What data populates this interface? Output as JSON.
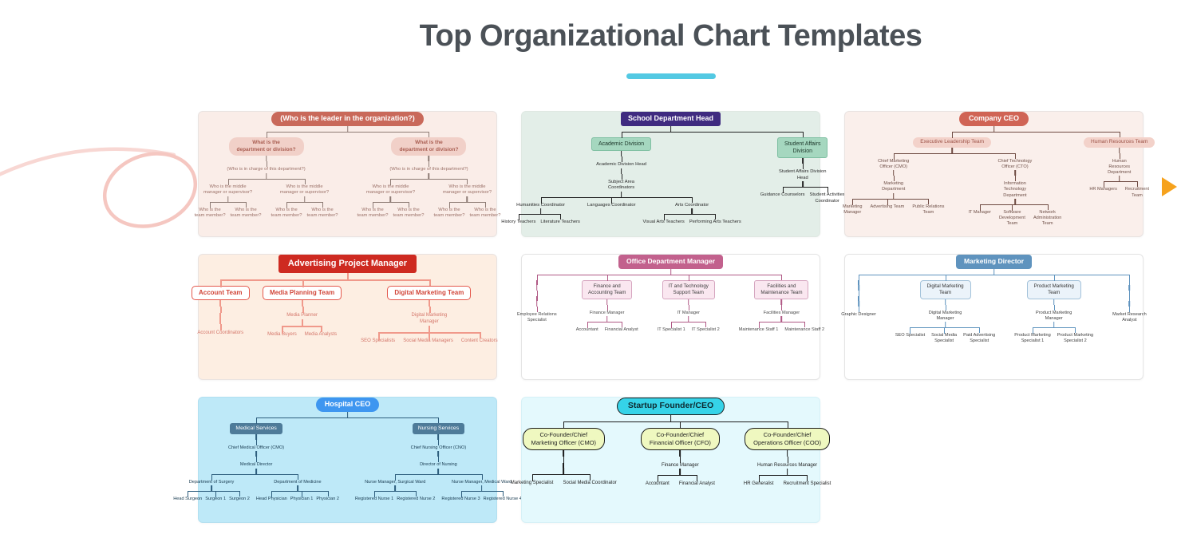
{
  "header": {
    "title": "Top Organizational Chart Templates"
  },
  "accent_colors": {
    "title_text": "#4b5157",
    "title_underline": "#53c9e3",
    "carousel_arrow": "#f6a21d",
    "decorative_swirl": "#f5c7c1"
  },
  "icons": {
    "carousel_next": "right-triangle-icon"
  },
  "templates": [
    {
      "id": "leader-questions",
      "tree": {
        "t": "root",
        "label": "(Who is the leader in the organization?)",
        "children": [
          {
            "t": "pill",
            "label": "What is the\ndepartment or division?",
            "children": [
              {
                "t": "text",
                "label": "(Who is in charge of this department?)",
                "children": [
                  {
                    "t": "text",
                    "label": "Who is the middle\nmanager or supervisor?",
                    "children": [
                      {
                        "t": "text",
                        "label": "Who is the\nteam member?"
                      },
                      {
                        "t": "text",
                        "label": "Who is the\nteam member?"
                      }
                    ]
                  },
                  {
                    "t": "text",
                    "label": "Who is the middle\nmanager or supervisor?",
                    "children": [
                      {
                        "t": "text",
                        "label": "Who is the\nteam member?"
                      },
                      {
                        "t": "text",
                        "label": "Who is the\nteam member?"
                      }
                    ]
                  }
                ]
              }
            ]
          },
          {
            "t": "pill",
            "label": "What is the\ndepartment or division?",
            "children": [
              {
                "t": "text",
                "label": "(Who is in charge of this department?)",
                "children": [
                  {
                    "t": "text",
                    "label": "Who is the middle\nmanager or supervisor?",
                    "children": [
                      {
                        "t": "text",
                        "label": "Who is the\nteam member?"
                      },
                      {
                        "t": "text",
                        "label": "Who is the\nteam member?"
                      }
                    ]
                  },
                  {
                    "t": "text",
                    "label": "Who is the middle\nmanager or supervisor?",
                    "children": [
                      {
                        "t": "text",
                        "label": "Who is the\nteam member?"
                      },
                      {
                        "t": "text",
                        "label": "Who is the\nteam member?"
                      }
                    ]
                  }
                ]
              }
            ]
          }
        ]
      }
    },
    {
      "id": "school-department-head",
      "tree": {
        "t": "root",
        "label": "School Department Head",
        "children": [
          {
            "t": "box",
            "label": "Academic Division",
            "children": [
              {
                "t": "text",
                "label": "Academic Division Head",
                "children": [
                  {
                    "t": "text",
                    "label": "Subject Area\nCoordinators",
                    "children": [
                      {
                        "t": "text",
                        "label": "Humanities Coordinator",
                        "children": [
                          {
                            "t": "text",
                            "label": "History Teachers"
                          },
                          {
                            "t": "text",
                            "label": "Literature Teachers"
                          }
                        ]
                      },
                      {
                        "t": "text",
                        "label": "Languages Coordinator"
                      },
                      {
                        "t": "text",
                        "label": "Arts Coordinator",
                        "children": [
                          {
                            "t": "text",
                            "label": "Visual Arts Teachers"
                          },
                          {
                            "t": "text",
                            "label": "Performing Arts Teachers"
                          }
                        ]
                      }
                    ]
                  }
                ]
              }
            ]
          },
          {
            "t": "box",
            "label": "Student Affairs\nDivision",
            "children": [
              {
                "t": "text",
                "label": "Student Affairs Division\nHead",
                "children": [
                  {
                    "t": "text",
                    "label": "Guidance Counselors"
                  },
                  {
                    "t": "text",
                    "label": "Student Activities\nCoordinator"
                  }
                ]
              }
            ]
          }
        ]
      }
    },
    {
      "id": "company-ceo",
      "tree": {
        "t": "root",
        "label": "Company CEO",
        "children": [
          {
            "t": "pill",
            "label": "Executive Leadership Team",
            "children": [
              {
                "t": "text",
                "label": "Chief Marketing\nOfficer (CMO)",
                "children": [
                  {
                    "t": "text",
                    "label": "Marketing\nDepartment",
                    "children": [
                      {
                        "t": "text",
                        "label": "Marketing\nManager"
                      },
                      {
                        "t": "text",
                        "label": "Advertising Team"
                      },
                      {
                        "t": "text",
                        "label": "Public Relations\nTeam"
                      }
                    ]
                  }
                ]
              },
              {
                "t": "text",
                "label": "Chief Technology\nOfficer (CTO)",
                "children": [
                  {
                    "t": "text",
                    "label": "Information\nTechnology\nDepartment",
                    "children": [
                      {
                        "t": "text",
                        "label": "IT Manager"
                      },
                      {
                        "t": "text",
                        "label": "Software\nDevelopment\nTeam"
                      },
                      {
                        "t": "text",
                        "label": "Network\nAdministration\nTeam"
                      }
                    ]
                  }
                ]
              }
            ]
          },
          {
            "t": "pill",
            "label": "Human Resources Team",
            "children": [
              {
                "t": "text",
                "label": "Human\nResources\nDepartment",
                "children": [
                  {
                    "t": "text",
                    "label": "HR Managers"
                  },
                  {
                    "t": "text",
                    "label": "Recruitment\nTeam"
                  }
                ]
              }
            ]
          }
        ]
      }
    },
    {
      "id": "advertising-project-manager",
      "tree": {
        "t": "root",
        "label": "Advertising Project Manager",
        "children": [
          {
            "t": "box",
            "label": "Account Team",
            "children": [
              {
                "t": "sp",
                "label": "",
                "children": [
                  {
                    "t": "text",
                    "label": "Account Coordinators"
                  }
                ]
              }
            ]
          },
          {
            "t": "box",
            "label": "Media Planning Team",
            "children": [
              {
                "t": "text",
                "label": "Media Planner",
                "children": [
                  {
                    "t": "text",
                    "label": "Media Buyers"
                  },
                  {
                    "t": "text",
                    "label": "Media Analysts"
                  }
                ]
              }
            ]
          },
          {
            "t": "box",
            "label": "Digital Marketing Team",
            "children": [
              {
                "t": "text",
                "label": "Digital Marketing\nManager",
                "children": [
                  {
                    "t": "text",
                    "label": "SEO Specialists"
                  },
                  {
                    "t": "text",
                    "label": "Social Media Managers"
                  },
                  {
                    "t": "text",
                    "label": "Content Creators"
                  }
                ]
              }
            ]
          }
        ]
      }
    },
    {
      "id": "office-department-manager",
      "tree": {
        "t": "root",
        "label": "Office Department Manager",
        "children": [
          {
            "t": "sp",
            "label": "",
            "children": [
              {
                "t": "sp",
                "label": "",
                "children": [
                  {
                    "t": "text",
                    "label": "Employee Relations\nSpecialist"
                  }
                ]
              }
            ]
          },
          {
            "t": "box",
            "label": "Finance and\nAccounting Team",
            "children": [
              {
                "t": "text",
                "label": "Finance Manager",
                "children": [
                  {
                    "t": "text",
                    "label": "Accountant"
                  },
                  {
                    "t": "text",
                    "label": "Financial Analyst"
                  }
                ]
              }
            ]
          },
          {
            "t": "box",
            "label": "IT and Technology\nSupport Team",
            "children": [
              {
                "t": "text",
                "label": "IT Manager",
                "children": [
                  {
                    "t": "text",
                    "label": "IT Specialist 1"
                  },
                  {
                    "t": "text",
                    "label": "IT Specialist 2"
                  }
                ]
              }
            ]
          },
          {
            "t": "box",
            "label": "Facilities and\nMaintenance Team",
            "children": [
              {
                "t": "text",
                "label": "Facilities Manager",
                "children": [
                  {
                    "t": "text",
                    "label": "Maintenance Staff 1"
                  },
                  {
                    "t": "text",
                    "label": "Maintenance Staff 2"
                  }
                ]
              }
            ]
          }
        ]
      }
    },
    {
      "id": "marketing-director",
      "tree": {
        "t": "root",
        "label": "Marketing Director",
        "children": [
          {
            "t": "sp",
            "label": "",
            "children": [
              {
                "t": "sp",
                "label": "",
                "children": [
                  {
                    "t": "text",
                    "label": "Graphic Designer"
                  }
                ]
              }
            ]
          },
          {
            "t": "box",
            "label": "Digital Marketing\nTeam",
            "children": [
              {
                "t": "text",
                "label": "Digital Marketing\nManager",
                "children": [
                  {
                    "t": "text",
                    "label": "SEO Specialist"
                  },
                  {
                    "t": "text",
                    "label": "Social Media\nSpecialist"
                  },
                  {
                    "t": "text",
                    "label": "Paid Advertising\nSpecialist"
                  }
                ]
              }
            ]
          },
          {
            "t": "box",
            "label": "Product Marketing\nTeam",
            "children": [
              {
                "t": "text",
                "label": "Product Marketing\nManager",
                "children": [
                  {
                    "t": "text",
                    "label": "Product Marketing\nSpecialist 1"
                  },
                  {
                    "t": "text",
                    "label": "Product Marketing\nSpecialist 2"
                  }
                ]
              }
            ]
          },
          {
            "t": "sp",
            "label": "",
            "children": [
              {
                "t": "sp",
                "label": "",
                "children": [
                  {
                    "t": "text",
                    "label": "Market Research\nAnalyst"
                  }
                ]
              }
            ]
          }
        ]
      }
    },
    {
      "id": "hospital-ceo",
      "tree": {
        "t": "root",
        "label": "Hospital CEO",
        "children": [
          {
            "t": "box",
            "label": "Medical Services",
            "children": [
              {
                "t": "text",
                "label": "Chief Medical Officer (CMO)",
                "children": [
                  {
                    "t": "text",
                    "label": "Medical Director",
                    "children": [
                      {
                        "t": "text",
                        "label": "Department of Surgery",
                        "children": [
                          {
                            "t": "text",
                            "label": "Head Surgeon"
                          },
                          {
                            "t": "text",
                            "label": "Surgeon 1"
                          },
                          {
                            "t": "text",
                            "label": "Surgeon 2"
                          }
                        ]
                      },
                      {
                        "t": "text",
                        "label": "Department of Medicine",
                        "children": [
                          {
                            "t": "text",
                            "label": "Head Physician"
                          },
                          {
                            "t": "text",
                            "label": "Physician 1"
                          },
                          {
                            "t": "text",
                            "label": "Physician 2"
                          }
                        ]
                      }
                    ]
                  }
                ]
              }
            ]
          },
          {
            "t": "box",
            "label": "Nursing Services",
            "children": [
              {
                "t": "text",
                "label": "Chief Nursing Officer (CNO)",
                "children": [
                  {
                    "t": "text",
                    "label": "Director of Nursing",
                    "children": [
                      {
                        "t": "text",
                        "label": "Nurse Manager, Surgical Ward",
                        "children": [
                          {
                            "t": "text",
                            "label": "Registered Nurse 1"
                          },
                          {
                            "t": "text",
                            "label": "Registered Nurse 2"
                          }
                        ]
                      },
                      {
                        "t": "text",
                        "label": "Nurse Manager, Medical Ward",
                        "children": [
                          {
                            "t": "text",
                            "label": "Registered Nurse 3"
                          },
                          {
                            "t": "text",
                            "label": "Registered Nurse 4"
                          }
                        ]
                      }
                    ]
                  }
                ]
              }
            ]
          }
        ]
      }
    },
    {
      "id": "startup-founder-ceo",
      "tree": {
        "t": "root",
        "label": "Startup Founder/CEO",
        "children": [
          {
            "t": "pill",
            "label": "Co-Founder/Chief\nMarketing Officer (CMO)",
            "children": [
              {
                "t": "sp",
                "label": "",
                "children": [
                  {
                    "t": "text",
                    "label": "Marketing Specialist"
                  },
                  {
                    "t": "text",
                    "label": "Social Media Coordinator"
                  }
                ]
              }
            ]
          },
          {
            "t": "pill",
            "label": "Co-Founder/Chief\nFinancial Officer (CFO)",
            "children": [
              {
                "t": "text",
                "label": "Finance Manager",
                "children": [
                  {
                    "t": "text",
                    "label": "Accountant"
                  },
                  {
                    "t": "text",
                    "label": "Financial Analyst"
                  }
                ]
              }
            ]
          },
          {
            "t": "pill",
            "label": "Co-Founder/Chief\nOperations Officer (COO)",
            "children": [
              {
                "t": "text",
                "label": "Human Resources Manager",
                "children": [
                  {
                    "t": "text",
                    "label": "HR Generalist"
                  },
                  {
                    "t": "text",
                    "label": "Recruitment Specialist"
                  }
                ]
              }
            ]
          }
        ]
      }
    }
  ]
}
